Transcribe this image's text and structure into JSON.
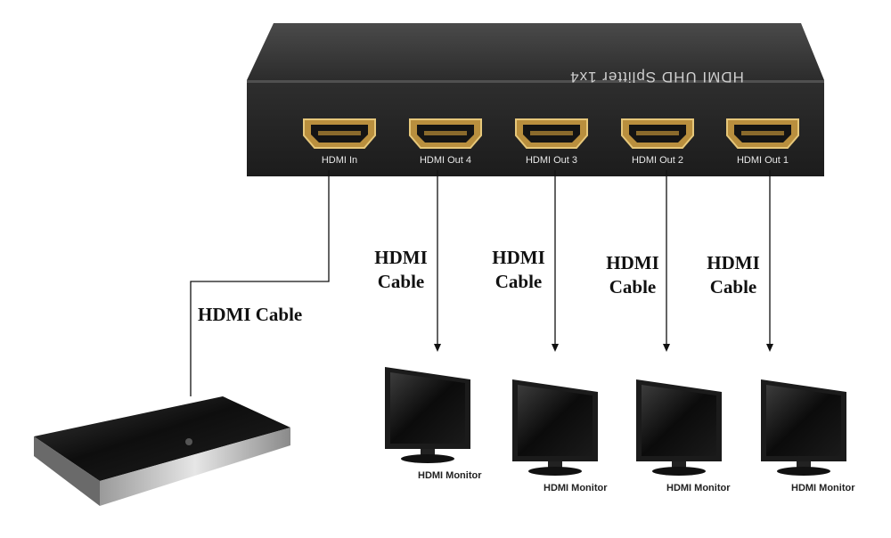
{
  "splitter": {
    "title": "HDMI UHD Splitter 1x4",
    "ports": [
      {
        "label": "HDMI In"
      },
      {
        "label": "HDMI Out 4"
      },
      {
        "label": "HDMI Out 3"
      },
      {
        "label": "HDMI Out 2"
      },
      {
        "label": "HDMI Out 1"
      }
    ]
  },
  "cables": {
    "input_label": "HDMI Cable",
    "output_labels": [
      {
        "line1": "HDMI",
        "line2": "Cable"
      },
      {
        "line1": "HDMI",
        "line2": "Cable"
      },
      {
        "line1": "HDMI",
        "line2": "Cable"
      },
      {
        "line1": "HDMI",
        "line2": "Cable"
      }
    ]
  },
  "monitors": [
    {
      "label": "HDMI Monitor"
    },
    {
      "label": "HDMI Monitor"
    },
    {
      "label": "HDMI Monitor"
    },
    {
      "label": "HDMI Monitor"
    }
  ],
  "colors": {
    "device_body": "#2b2b2b",
    "port_gold": "#c8a04a",
    "cable_line": "#111111"
  }
}
